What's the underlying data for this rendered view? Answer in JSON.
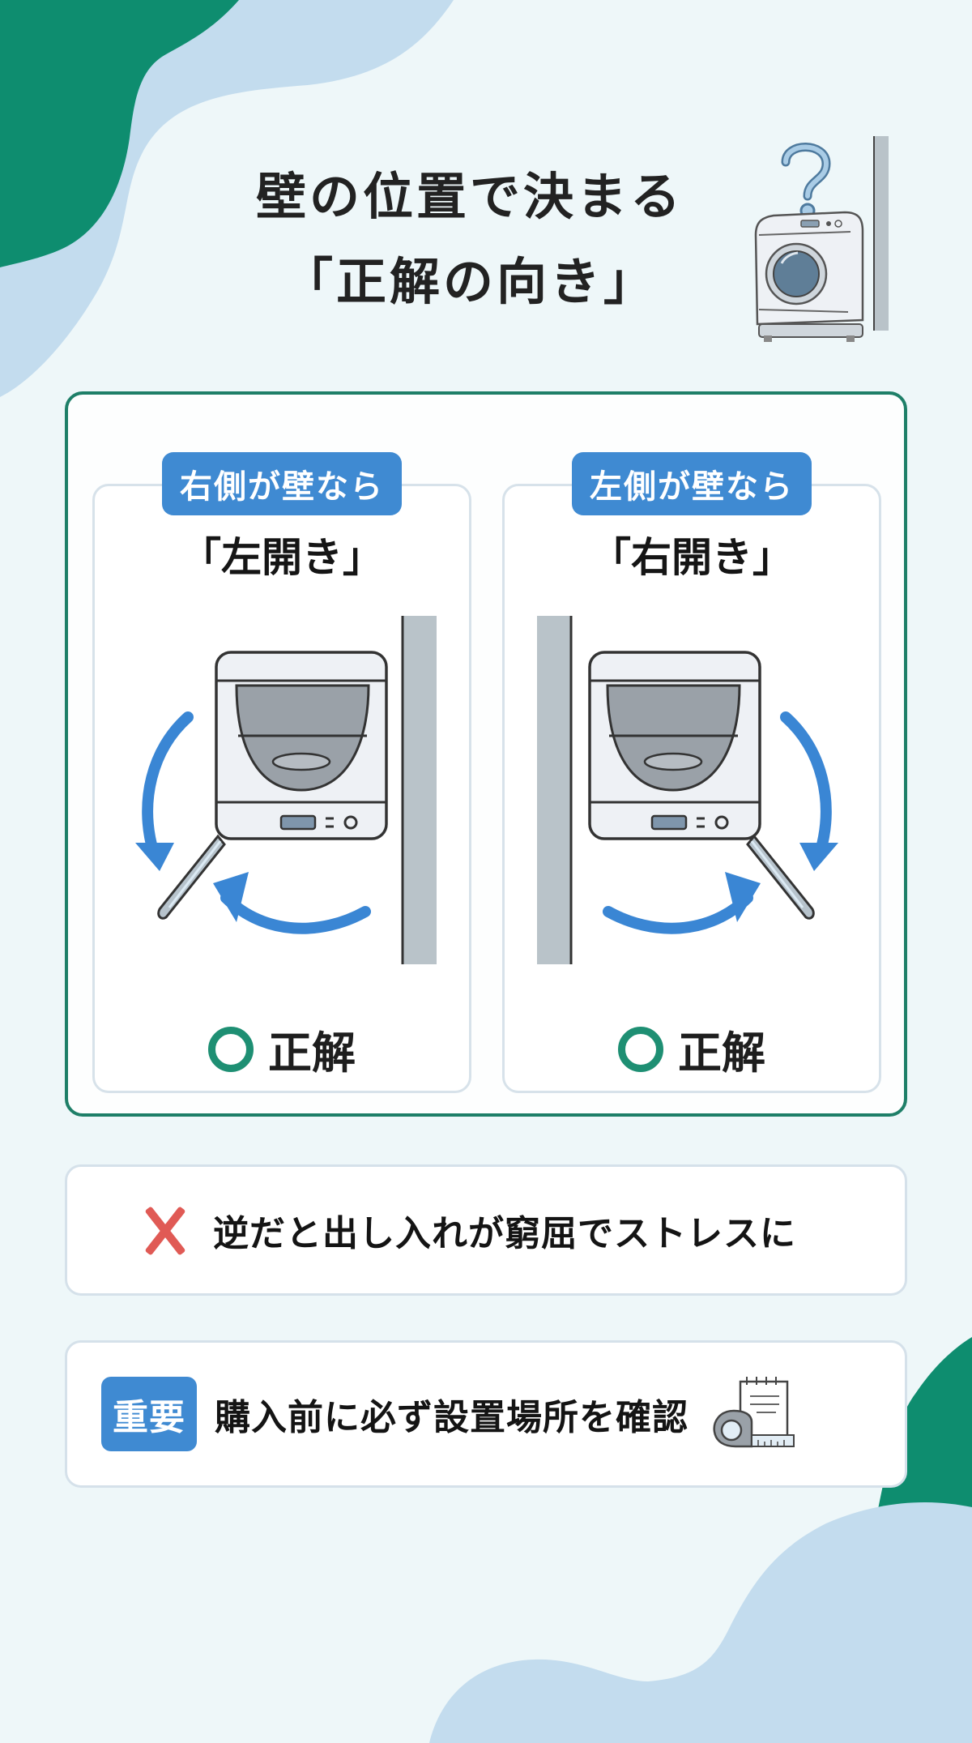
{
  "title": {
    "line1": "壁の位置で決まる",
    "line2": "「正解の向き」"
  },
  "title_illustration": {
    "icons": [
      "question-mark-icon",
      "drum-washer-icon",
      "wall-icon"
    ]
  },
  "panels": [
    {
      "tag": "右側が壁なら",
      "heading": "「左開き」",
      "wall_side": "right",
      "door_opens": "left",
      "result_icon": "circle-ok-icon",
      "result": "正解"
    },
    {
      "tag": "左側が壁なら",
      "heading": "「右開き」",
      "wall_side": "left",
      "door_opens": "right",
      "result_icon": "circle-ok-icon",
      "result": "正解"
    }
  ],
  "warning": {
    "icon": "cross-icon",
    "text": "逆だと出し入れが窮屈でストレスに"
  },
  "important": {
    "badge": "重要",
    "text": "購入前に必ず設置場所を確認",
    "icon": "tape-measure-notepad-icon"
  },
  "colors": {
    "background": "#eef7f9",
    "green": "#0e8d6f",
    "light_blue": "#c3dcee",
    "accent_blue": "#3f8ad2",
    "arrow_blue": "#3a86d4",
    "card_border": "#1e7f68",
    "cross_red": "#e05a55",
    "wall_gray": "#b9c3c9"
  }
}
